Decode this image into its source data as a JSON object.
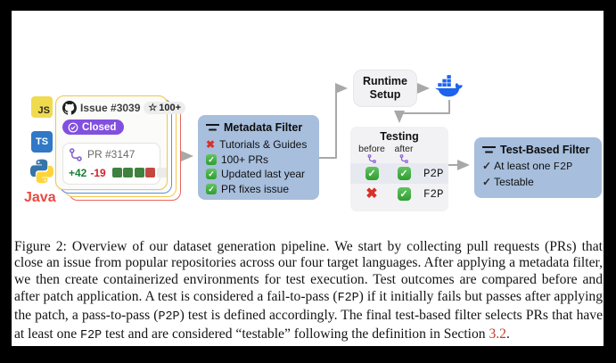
{
  "figure": {
    "languages": [
      {
        "id": "javascript",
        "label": "JS"
      },
      {
        "id": "typescript",
        "label": "TS"
      },
      {
        "id": "python",
        "label": ""
      },
      {
        "id": "java",
        "label": "Java"
      }
    ],
    "issue_card": {
      "title": "Issue #3039",
      "stars": "100+",
      "status": "Closed",
      "pr": "PR #3147",
      "additions": "+42",
      "deletions": "-19",
      "diff_blocks": [
        "green",
        "green",
        "green",
        "red",
        "gray"
      ]
    },
    "metadata_filter": {
      "title": "Metadata Filter",
      "items": [
        {
          "icon": "cross-icon",
          "label": "Tutorials & Guides"
        },
        {
          "icon": "check-icon",
          "label": "100+ PRs"
        },
        {
          "icon": "check-icon",
          "label": "Updated last year"
        },
        {
          "icon": "check-icon",
          "label": "PR fixes issue"
        }
      ]
    },
    "runtime_setup": {
      "title": "Runtime Setup"
    },
    "testing": {
      "title": "Testing",
      "columns": [
        "before",
        "after"
      ],
      "rows": [
        {
          "before": "check",
          "after": "check",
          "label": "P2P"
        },
        {
          "before": "cross",
          "after": "check",
          "label": "F2P"
        }
      ]
    },
    "test_based_filter": {
      "title": "Test-Based Filter",
      "items": [
        {
          "text": "At least one ",
          "mono": "F2P"
        },
        {
          "text": "Testable",
          "mono": ""
        }
      ]
    }
  },
  "caption": {
    "segments": [
      {
        "text": "Figure 2: Overview of our dataset generation pipeline. We start by collecting pull requests (PRs) that close an issue from popular repositories across our four target languages. After applying a metadata filter, we then create containerized environments for test execution. Test outcomes are compared before and after patch application. A test is considered a fail-to-pass (",
        "style": "serif"
      },
      {
        "text": "F2P",
        "style": "mono"
      },
      {
        "text": ") if it initially fails but passes after applying the patch, a pass-to-pass (",
        "style": "serif"
      },
      {
        "text": "P2P",
        "style": "mono"
      },
      {
        "text": ") test is defined accordingly. The final test-based filter selects PRs that have at least one ",
        "style": "serif"
      },
      {
        "text": "F2P",
        "style": "mono"
      },
      {
        "text": " test and are considered “testable” following the definition in Section ",
        "style": "serif"
      },
      {
        "text": "3.2",
        "style": "link"
      },
      {
        "text": ".",
        "style": "serif"
      }
    ]
  },
  "colors": {
    "box_blue": "#a7bedd",
    "docker_blue": "#1d63ed",
    "closed_purple": "#8250df",
    "git_purple": "#8a63d2",
    "check_green": "#3f9e3f",
    "cross_red": "#d93025",
    "js_yellow": "#f0db4f",
    "ts_blue": "#3178c6",
    "java_red": "#e9483f",
    "additions_green": "#1a7f37",
    "deletions_red": "#cf222e",
    "section_link_red": "#c0392b",
    "arrow_gray": "#a8a8a8"
  }
}
